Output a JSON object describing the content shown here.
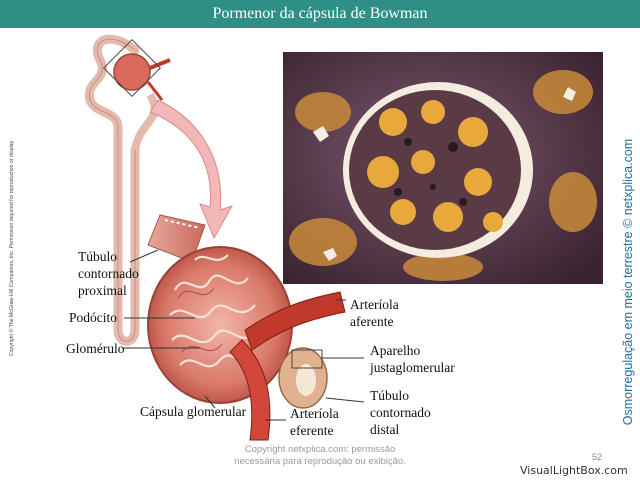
{
  "header": {
    "title": "Pormenor da cápsula de Bowman"
  },
  "side_left_text": "Copyright © The McGraw-Hill Companies, Inc. Permission required for reproduction or display.",
  "side_right_text": "Osmorregulação em meio terrestre © netxplica.com",
  "labels": {
    "tubulo_proximal": [
      "Túbulo",
      "contornado",
      "proximal"
    ],
    "podocito": "Podócito",
    "glomerulo": "Glomérulo",
    "capsula": "Cápsula glomerular",
    "arteriola_aferente": [
      "Arteríola",
      "aferente"
    ],
    "aparelho": [
      "Aparelho",
      "justaglomerular"
    ],
    "tubulo_distal": [
      "Túbulo",
      "contornado",
      "distal"
    ],
    "arteriola_eferente": [
      "Arteríola",
      "eferente"
    ]
  },
  "footer": {
    "copyright_line1": "Copyright netxplica.com: permissão",
    "copyright_line2": "necessária para reprodução ou exibição.",
    "page_number": "52",
    "watermark": "VisualLightBox.com"
  },
  "colors": {
    "header_bg": "#2e8f84",
    "side_text": "#1d6fa0",
    "tissue": "#c9584c",
    "arrow": "#f2b8b8"
  }
}
